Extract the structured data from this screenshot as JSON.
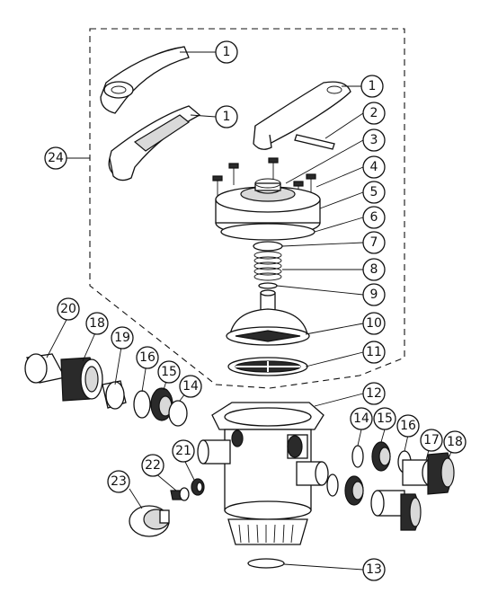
{
  "diagram": {
    "part_numbers": [
      "1",
      "1",
      "1",
      "2",
      "3",
      "4",
      "5",
      "6",
      "7",
      "8",
      "9",
      "10",
      "11",
      "12",
      "13",
      "14",
      "15",
      "16",
      "17",
      "18",
      "19",
      "20",
      "21",
      "22",
      "23",
      "24",
      "14",
      "15",
      "16",
      "18"
    ]
  },
  "colors": {
    "ink": "#111111",
    "paper": "#ffffff",
    "shade": "#2a2a2a"
  }
}
